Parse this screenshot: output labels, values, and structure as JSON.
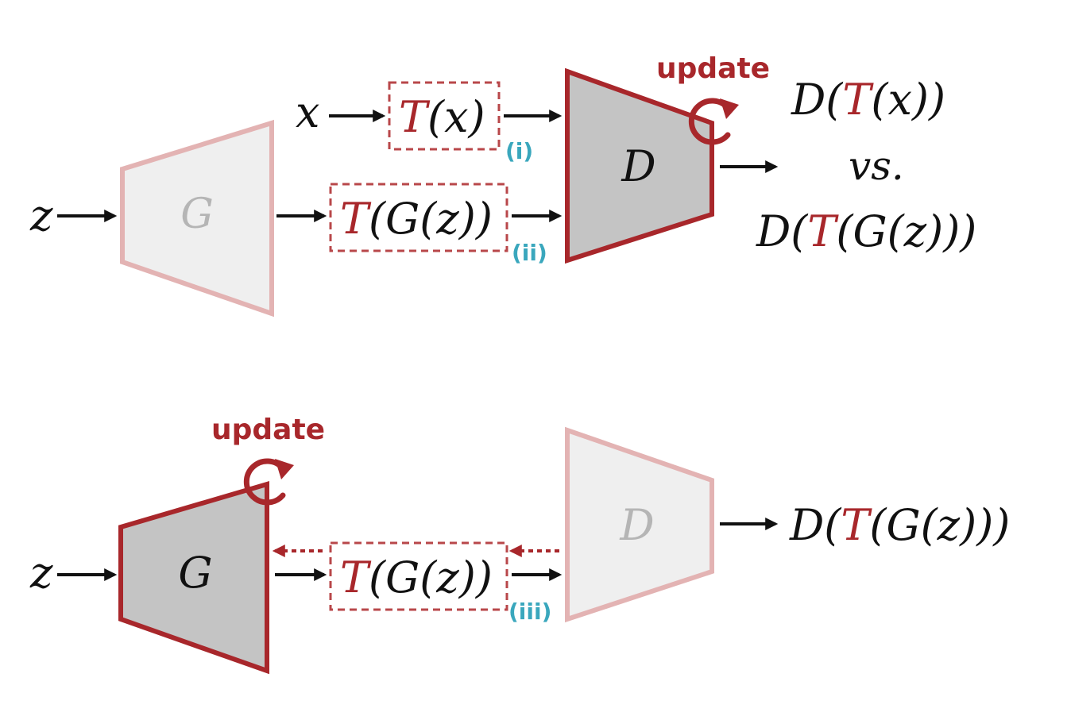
{
  "colors": {
    "red": "#a8272b",
    "pink": "#e3b3b3",
    "gray_fill": "#c4c4c4",
    "light_fill": "#efefef",
    "teal": "#3aa7bd",
    "black": "#111111",
    "ghost_text": "#b5b5b5"
  },
  "top": {
    "x_input": "x",
    "z_input": "z",
    "tx_box": {
      "t": "T",
      "rest": "(x)"
    },
    "tgz_box": {
      "t": "T",
      "rest": "(G(z))"
    },
    "marker_i": "(i)",
    "marker_ii": "(ii)",
    "generator_label": "G",
    "discriminator_label": "D",
    "update_label": "update",
    "out_line1": {
      "pre": "D(",
      "t": "T",
      "post": "(x))"
    },
    "out_line2": "vs.",
    "out_line3": {
      "pre": "D(",
      "t": "T",
      "post": "(G(z)))"
    }
  },
  "bottom": {
    "z_input": "z",
    "generator_label": "G",
    "discriminator_label": "D",
    "update_label": "update",
    "tgz_box": {
      "t": "T",
      "rest": "(G(z))"
    },
    "marker_iii": "(iii)",
    "out": {
      "pre": "D(",
      "t": "T",
      "post": "(G(z)))"
    }
  }
}
